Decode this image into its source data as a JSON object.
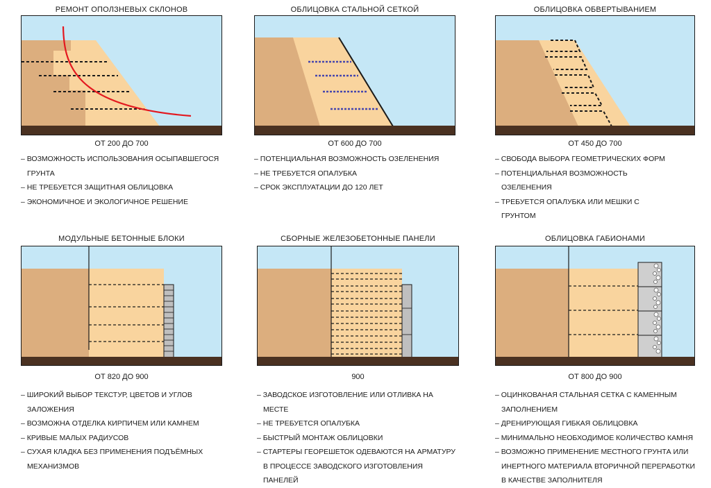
{
  "colors": {
    "sky": "#c5e7f6",
    "soil": "#dcae7e",
    "fill": "#f9d49e",
    "ground": "#4a3121",
    "dash": "#1a1a1a",
    "grid": "#4646ad",
    "curve": "#e3181f",
    "facing": "#bfbfbf",
    "outline": "#1a1a1a"
  },
  "panels": [
    {
      "title": "РЕМОНТ ОПОЛЗНЕВЫХ СКЛОНОВ",
      "cost": "ОТ 200 ДО 700",
      "items": [
        "ВОЗМОЖНОСТЬ ИСПОЛЬЗОВАНИЯ ОСЫПАВШЕГОСЯ ГРУНТА",
        "НЕ ТРЕБУЕТСЯ ЗАЩИТНАЯ ОБЛИЦОВКА",
        "ЭКОНОМИЧНОЕ И ЭКОЛОГИЧНОЕ РЕШЕНИЕ"
      ]
    },
    {
      "title": "ОБЛИЦОВКА СТАЛЬНОЙ СЕТКОЙ",
      "cost": "ОТ 600 ДО 700",
      "items": [
        "ПОТЕНЦИАЛЬНАЯ ВОЗМОЖНОСТЬ ОЗЕЛЕНЕНИЯ",
        "НЕ ТРЕБУЕТСЯ ОПАЛУБКА",
        "СРОК ЭКСПЛУАТАЦИИ ДО 120 ЛЕТ"
      ]
    },
    {
      "title": "ОБЛИЦОВКА ОБВЕРТЫВАНИЕМ",
      "cost": "ОТ 450 ДО 700",
      "items": [
        "СВОБОДА ВЫБОРА ГЕОМЕТРИЧЕСКИХ ФОРМ",
        "ПОТЕНЦИАЛЬНАЯ ВОЗМОЖНОСТЬ ОЗЕЛЕНЕНИЯ",
        "ТРЕБУЕТСЯ ОПАЛУБКА ИЛИ МЕШКИ С ГРУНТОМ"
      ]
    },
    {
      "title": "МОДУЛЬНЫЕ БЕТОННЫЕ БЛОКИ",
      "cost": "ОТ 820 ДО 900",
      "items": [
        "ШИРОКИЙ ВЫБОР ТЕКСТУР, ЦВЕТОВ И УГЛОВ ЗАЛОЖЕНИЯ",
        "ВОЗМОЖНА ОТДЕЛКА КИРПИЧЕМ ИЛИ КАМНЕМ",
        "КРИВЫЕ МАЛЫХ РАДИУСОВ",
        "СУХАЯ КЛАДКА БЕЗ ПРИМЕНЕНИЯ ПОДЪЁМНЫХ МЕХАНИЗМОВ"
      ]
    },
    {
      "title": "СБОРНЫЕ ЖЕЛЕЗОБЕТОННЫЕ ПАНЕЛИ",
      "cost": "900",
      "items": [
        "ЗАВОДСКОЕ ИЗГОТОВЛЕНИЕ ИЛИ ОТЛИВКА НА МЕСТЕ",
        "НЕ ТРЕБУЕТСЯ ОПАЛУБКА",
        "БЫСТРЫЙ МОНТАЖ ОБЛИЦОВКИ",
        "СТАРТЕРЫ ГЕОРЕШЕТОК ОДЕВАЮТСЯ НА АРМАТУРУ В ПРОЦЕССЕ ЗАВОДСКОГО ИЗГОТОВЛЕНИЯ ПАНЕЛЕЙ"
      ]
    },
    {
      "title": "ОБЛИЦОВКА ГАБИОНАМИ",
      "cost": "ОТ 800 ДО 900",
      "items": [
        "ОЦИНКОВАНАЯ СТАЛЬНАЯ СЕТКА С КАМЕННЫМ ЗАПОЛНЕНИЕМ",
        "ДРЕНИРУЮЩАЯ ГИБКАЯ ОБЛИЦОВКА",
        "МИНИМАЛЬНО НЕОБХОДИМОЕ КОЛИЧЕСТВО КАМНЯ",
        "ВОЗМОЖНО ПРИМЕНЕНИЕ МЕСТНОГО ГРУНТА ИЛИ ИНЕРТНОГО МАТЕРИАЛА ВТОРИЧНОЙ ПЕРЕРАБОТКИ В КАЧЕСТВЕ ЗАПОЛНИТЕЛЯ"
      ]
    }
  ]
}
